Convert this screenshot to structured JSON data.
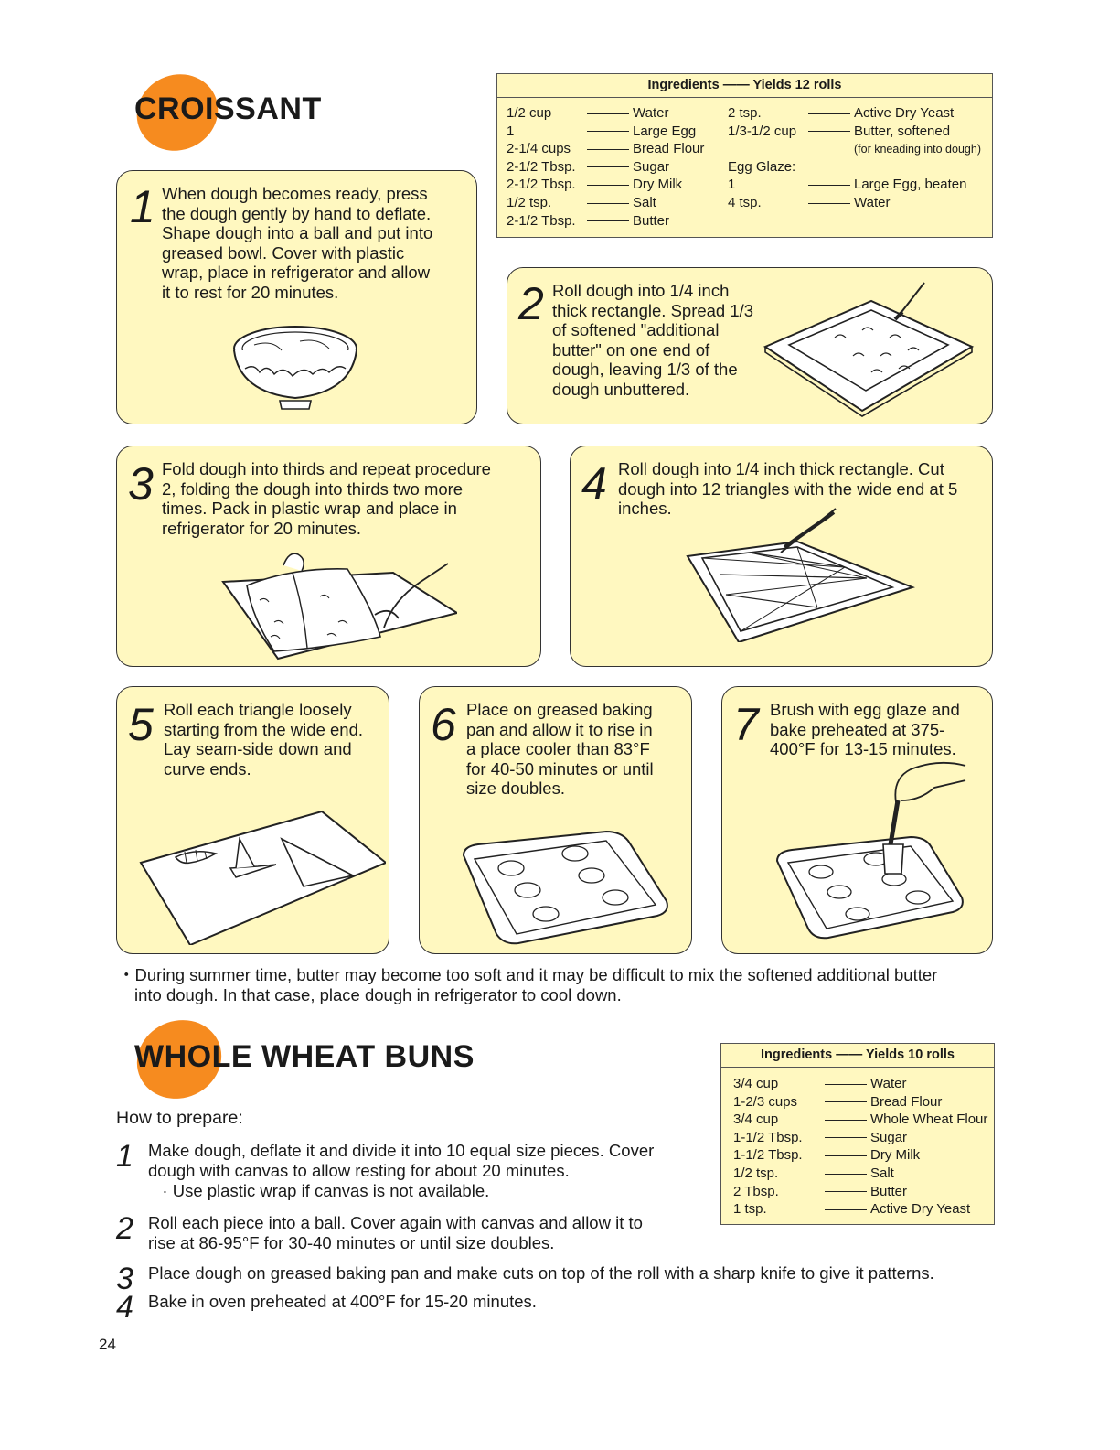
{
  "croissant": {
    "title": "CROISSANT",
    "ingredients_header": "Ingredients —— Yields 12 rolls",
    "ingredients_left": [
      {
        "qty": "1/2 cup",
        "item": "Water"
      },
      {
        "qty": "1",
        "item": "Large Egg"
      },
      {
        "qty": "2-1/4 cups",
        "item": "Bread Flour"
      },
      {
        "qty": "2-1/2 Tbsp.",
        "item": "Sugar"
      },
      {
        "qty": "2-1/2 Tbsp.",
        "item": "Dry Milk"
      },
      {
        "qty": "1/2 tsp.",
        "item": "Salt"
      },
      {
        "qty": "2-1/2 Tbsp.",
        "item": "Butter"
      }
    ],
    "ingredients_right": [
      {
        "qty": "2 tsp.",
        "item": "Active Dry Yeast"
      },
      {
        "qty": "1/3-1/2 cup",
        "item": "Butter, softened"
      },
      {
        "qty": "",
        "item": "(for kneading into dough)"
      },
      {
        "qty": "Egg Glaze:",
        "item": ""
      },
      {
        "qty": "1",
        "item": "Large Egg, beaten"
      },
      {
        "qty": "4 tsp.",
        "item": "Water"
      }
    ],
    "steps": [
      {
        "num": "1",
        "lines": [
          "When dough becomes ready, press",
          "the dough gently by hand to deflate.",
          "Shape dough into a ball and put into",
          "greased bowl. Cover with plastic",
          "wrap, place in refrigerator and allow",
          "it to rest for 20 minutes."
        ]
      },
      {
        "num": "2",
        "lines": [
          "Roll dough into 1/4 inch",
          "thick rectangle. Spread 1/3",
          "of softened \"additional",
          "butter\" on one end of",
          "dough, leaving 1/3 of the",
          "dough unbuttered."
        ]
      },
      {
        "num": "3",
        "lines": [
          "Fold dough into thirds and repeat procedure",
          "2, folding the dough into thirds two more",
          "times. Pack in plastic wrap and place in",
          "refrigerator for 20 minutes."
        ]
      },
      {
        "num": "4",
        "lines": [
          "Roll dough into 1/4 inch thick rectangle. Cut",
          "dough into 12 triangles with the wide end at 5",
          "inches."
        ]
      },
      {
        "num": "5",
        "lines": [
          "Roll each triangle loosely",
          "starting from the wide end.",
          "Lay seam-side down and",
          "curve ends."
        ]
      },
      {
        "num": "6",
        "lines": [
          "Place on greased baking",
          "pan and allow it to rise in",
          "a place cooler than 83°F",
          "for 40-50 minutes or until",
          "size doubles."
        ]
      },
      {
        "num": "7",
        "lines": [
          "Brush with egg glaze and",
          "bake preheated at 375-",
          "400°F for 13-15 minutes."
        ]
      }
    ],
    "note_lines": [
      "・During summer time, butter may become too soft and it may be difficult to mix the softened additional butter",
      "into dough. In that case, place dough in refrigerator to cool down."
    ]
  },
  "buns": {
    "title": "WHOLE WHEAT BUNS",
    "ingredients_header": "Ingredients —— Yields 10 rolls",
    "ingredients": [
      {
        "qty": "3/4 cup",
        "item": "Water"
      },
      {
        "qty": "1-2/3 cups",
        "item": "Bread Flour"
      },
      {
        "qty": "3/4 cup",
        "item": "Whole Wheat Flour"
      },
      {
        "qty": "1-1/2 Tbsp.",
        "item": "Sugar"
      },
      {
        "qty": "1-1/2 Tbsp.",
        "item": "Dry Milk"
      },
      {
        "qty": "1/2 tsp.",
        "item": "Salt"
      },
      {
        "qty": "2 Tbsp.",
        "item": "Butter"
      },
      {
        "qty": "1 tsp.",
        "item": "Active Dry Yeast"
      }
    ],
    "how_to": "How to prepare:",
    "steps": [
      {
        "num": "1",
        "lines": [
          "Make dough, deflate it and divide it into 10 equal size pieces. Cover",
          "dough with canvas to allow resting for about 20 minutes.",
          "   · Use plastic wrap if canvas is not available."
        ]
      },
      {
        "num": "2",
        "lines": [
          "Roll each piece into a ball. Cover again with canvas and allow it to",
          "rise at 86-95°F for 30-40 minutes or until size doubles."
        ]
      },
      {
        "num": "3",
        "lines": [
          "Place dough on greased baking pan and make cuts on top of the roll with a sharp knife to give it patterns."
        ]
      },
      {
        "num": "4",
        "lines": [
          "Bake in oven preheated at 400°F for 15-20 minutes."
        ]
      }
    ]
  },
  "page_number": "24",
  "colors": {
    "panel": "#fff8c0",
    "accent": "#f68b1f",
    "border": "#333333"
  }
}
